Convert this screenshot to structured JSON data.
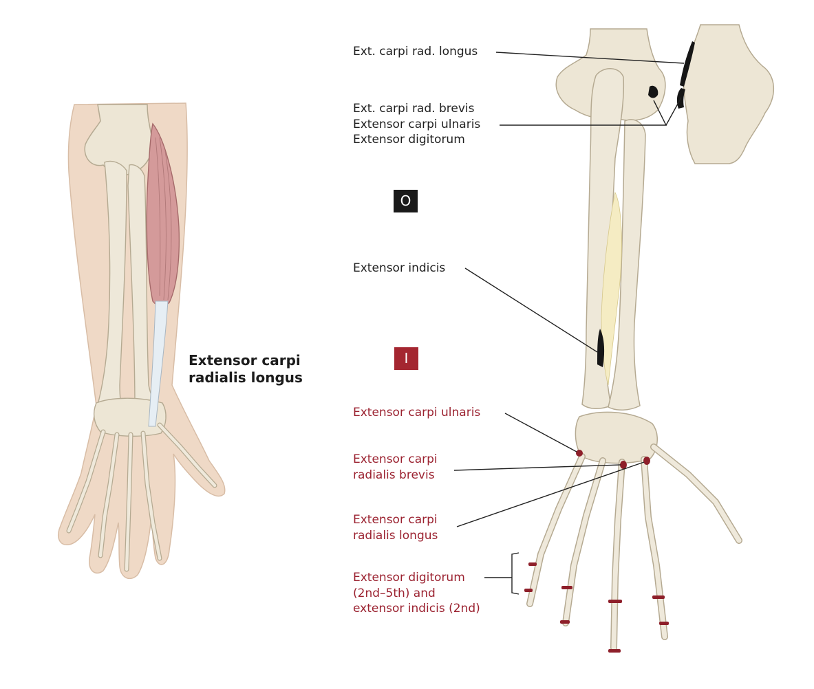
{
  "figure": {
    "muscle_title_lines": [
      "Extensor carpi",
      "radialis longus"
    ],
    "origin_badge": "O",
    "insertion_badge": "I",
    "origin_labels": {
      "ext_carpi_rad_longus": "Ext. carpi rad. longus",
      "common_extensor_group": [
        "Ext. carpi rad. brevis",
        "Extensor carpi ulnaris",
        "Extensor digitorum"
      ],
      "extensor_indicis": "Extensor indicis"
    },
    "insertion_labels": {
      "extensor_carpi_ulnaris": "Extensor carpi ulnaris",
      "extensor_carpi_radialis_brevis": [
        "Extensor carpi",
        "radialis brevis"
      ],
      "extensor_carpi_radialis_longus": [
        "Extensor carpi",
        "radialis longus"
      ],
      "extensor_digitorum_indicis": [
        "Extensor digitorum",
        "(2nd–5th) and",
        "extensor indicis (2nd)"
      ]
    }
  },
  "colors": {
    "origin_label_text": "#1f1f1f",
    "insertion_label_text": "#9b2230",
    "origin_badge_bg": "#1a1a1a",
    "insertion_badge_bg": "#a42630",
    "bone": "#ece6d6",
    "skin": "#efd9c6",
    "muscle": "#d49a9a",
    "tendon": "#e6eef4",
    "origin_mark": "#161616",
    "insertion_mark": "#8e1f2a"
  }
}
